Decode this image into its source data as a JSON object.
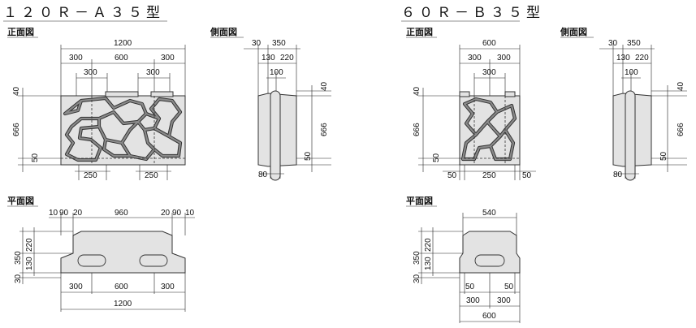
{
  "models": [
    {
      "title": "１２０Ｒ－Ａ３５型",
      "front": {
        "label": "正面図",
        "top_total": "1200",
        "top_parts": [
          "300",
          "600",
          "300"
        ],
        "inner": [
          "300",
          "300"
        ],
        "bottom": [
          "250",
          "250"
        ],
        "left_dims": [
          "40",
          "666",
          "50"
        ]
      },
      "side": {
        "label": "側面図",
        "top": [
          "30",
          "350"
        ],
        "mid": [
          "130",
          "220"
        ],
        "inner": "100",
        "right_dims": [
          "40",
          "666",
          "50"
        ],
        "bottom": "80"
      },
      "plan": {
        "label": "平面図",
        "top": [
          "10",
          "90",
          "20",
          "960",
          "20",
          "90",
          "10"
        ],
        "left_outer": "350",
        "left_inner": [
          "130",
          "220"
        ],
        "left_bottom": "30",
        "bottom_parts": [
          "300",
          "600",
          "300"
        ],
        "bottom_total": "1200"
      }
    },
    {
      "title": "６０Ｒ－Ｂ３５型",
      "front": {
        "label": "正面図",
        "top_total": "600",
        "top_parts": [
          "300",
          "300"
        ],
        "inner": "300",
        "bottom": [
          "50",
          "250",
          "50"
        ],
        "left_dims": [
          "40",
          "666",
          "50"
        ]
      },
      "side": {
        "label": "側面図",
        "top": [
          "30",
          "350"
        ],
        "mid": [
          "130",
          "220"
        ],
        "inner": "100",
        "right_dims": [
          "40",
          "666",
          "50"
        ],
        "bottom": "80"
      },
      "plan": {
        "label": "平面図",
        "top": "540",
        "left_outer": "350",
        "left_inner": [
          "130",
          "220"
        ],
        "left_bottom": "30",
        "bottom_small": [
          "50",
          "50"
        ],
        "bottom_parts": [
          "300",
          "300"
        ],
        "bottom_total": "600"
      }
    }
  ]
}
